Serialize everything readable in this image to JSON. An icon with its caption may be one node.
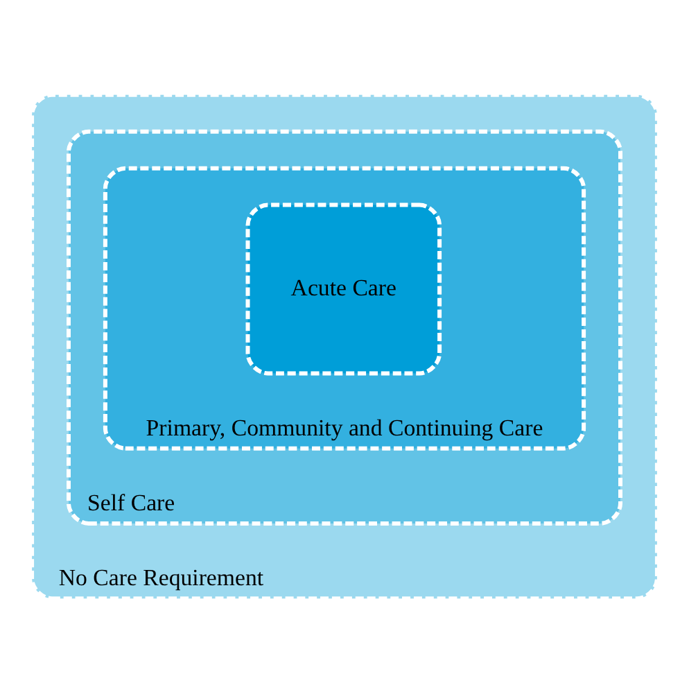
{
  "diagram": {
    "nodes": [
      {
        "text": [
          "No Care Requirement"
        ]
      },
      {
        "text": [
          "Self Care"
        ],
        "in": 0
      },
      {
        "text": [
          "Primary, Community and Continuing Care"
        ],
        "in": 1
      },
      {
        "text": [
          "Acute Care"
        ],
        "in": 2
      }
    ]
  }
}
